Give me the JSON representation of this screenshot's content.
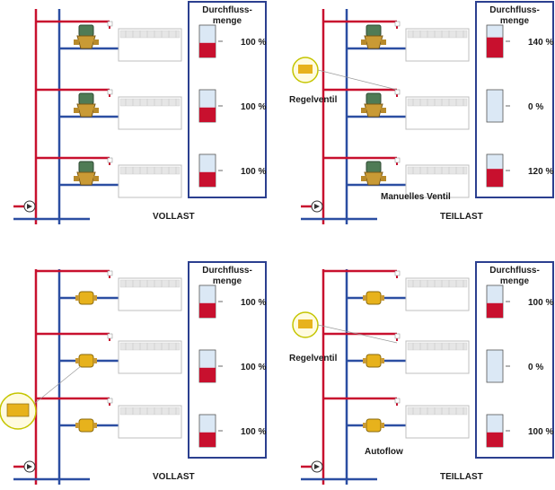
{
  "colors": {
    "supply": "#c8102e",
    "return": "#2b4ea2",
    "panel_border": "#2b3f8f",
    "panel_bg": "#ffffff",
    "gauge_fill": "#c8102e",
    "gauge_empty": "#dbe8f5",
    "radiator_fill": "#ffffff",
    "radiator_top": "#e6e6e6",
    "valve_green": "#4f7b55",
    "valve_yellow": "#e7b21c"
  },
  "panels": [
    {
      "title": "Durchfluss-\nmenge",
      "caption": "VOLLAST",
      "gauges": [
        {
          "label": "100 %",
          "level": 0.45
        },
        {
          "label": "100 %",
          "level": 0.45
        },
        {
          "label": "100 %",
          "level": 0.45
        }
      ]
    },
    {
      "title": "Durchfluss-\nmenge",
      "caption": "TEILLAST",
      "callouts": {
        "regel": "Regelventil",
        "bottom": "Manuelles Ventil"
      },
      "gauges": [
        {
          "label": "140 %",
          "level": 0.62
        },
        {
          "label": "0 %",
          "level": 0.0
        },
        {
          "label": "120 %",
          "level": 0.55
        }
      ]
    },
    {
      "title": "Durchfluss-\nmenge",
      "caption": "VOLLAST",
      "gauges": [
        {
          "label": "100 %",
          "level": 0.45
        },
        {
          "label": "100 %",
          "level": 0.45
        },
        {
          "label": "100 %",
          "level": 0.45
        }
      ]
    },
    {
      "title": "Durchfluss-\nmenge",
      "caption": "TEILLAST",
      "callouts": {
        "regel": "Regelventil",
        "bottom": "Autoflow"
      },
      "gauges": [
        {
          "label": "100 %",
          "level": 0.45
        },
        {
          "label": "0 %",
          "level": 0.0
        },
        {
          "label": "100 %",
          "level": 0.45
        }
      ]
    }
  ]
}
